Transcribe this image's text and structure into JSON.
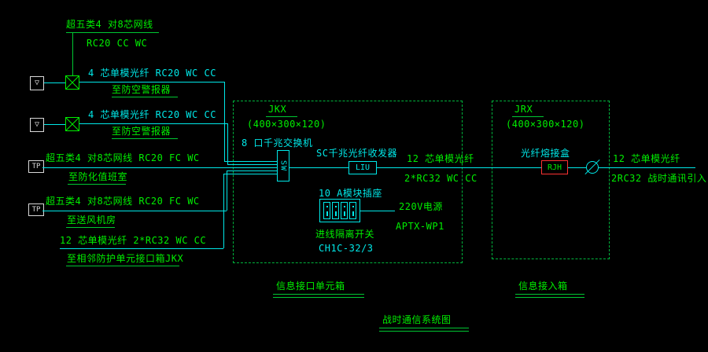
{
  "colors": {
    "background": "#000000",
    "green": "#00ee00",
    "cyan": "#00e8e8",
    "red": "#ff3232",
    "white": "#d9d9d9"
  },
  "left": {
    "top_cable": {
      "label": "超五类4 对8芯网线",
      "code": "RC20 CC WC"
    },
    "fiber_rows": [
      {
        "label": "4 芯单模光纤 RC20 WC CC",
        "dest": "至防空警报器"
      },
      {
        "label": "4 芯单模光纤 RC20 WC CC",
        "dest": "至防空警报器"
      }
    ],
    "tp_rows": [
      {
        "port": "TP",
        "label": "超五类4 对8芯网线 RC20 FC WC",
        "dest": "至防化值班室"
      },
      {
        "port": "TP",
        "label": "超五类4 对8芯网线 RC20 FC WC",
        "dest": "至送风机房"
      }
    ],
    "bottom_fiber": {
      "label": "12 芯单模光纤 2*RC32 WC CC",
      "dest": "至相邻防护单元接口箱JKX"
    }
  },
  "jkx_box": {
    "name": "JKX",
    "dims": "(400×300×120)",
    "switch": {
      "label": "8 口千兆交换机",
      "tag": "SW"
    },
    "converter": {
      "label": "SC千兆光纤收发器",
      "tag": "LIU"
    },
    "socket": {
      "label": "10 A模块插座",
      "power": "220V电源",
      "power_code": "APTX-WP1"
    },
    "isolator": {
      "label": "进线隔离开关",
      "model": "CH1C-32/3"
    }
  },
  "mid_link": {
    "line1": "12 芯单模光纤",
    "line2": "2*RC32 WC CC"
  },
  "jrx_box": {
    "name": "JRX",
    "dims": "(400×300×120)",
    "splice": {
      "label": "光纤熔接盒",
      "tag": "RJH"
    }
  },
  "right_link": {
    "line1": "12 芯单模光纤",
    "line2": "2RC32 战时通讯引入"
  },
  "captions": {
    "jkx_caption": "信息接口单元箱",
    "jrx_caption": "信息接入箱",
    "title": "战时通信系统图"
  }
}
